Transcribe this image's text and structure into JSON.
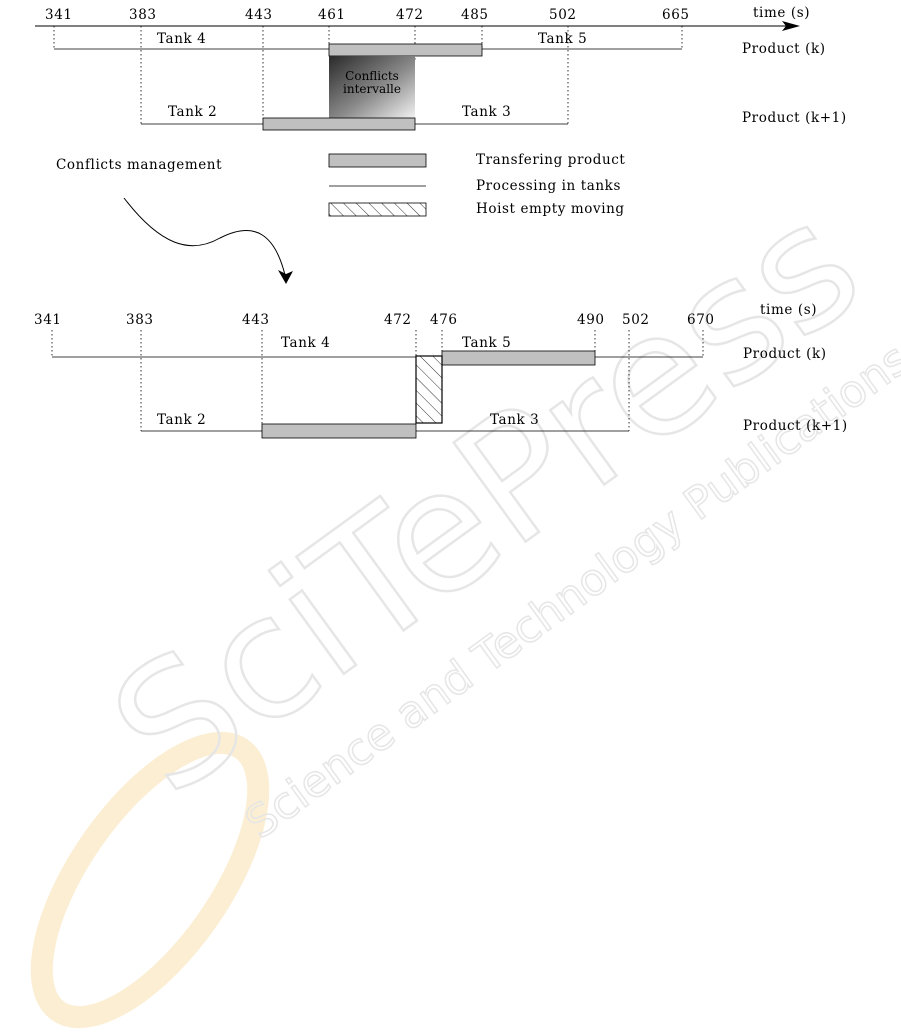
{
  "top": {
    "ticks": [
      "341",
      "383",
      "443",
      "461",
      "472",
      "485",
      "502",
      "665"
    ],
    "time_label": "time (s)",
    "tank4": "Tank 4",
    "tank5": "Tank 5",
    "tank2": "Tank 2",
    "tank3": "Tank 3",
    "product_k": "Product (k)",
    "product_k1": "Product (k+1)",
    "conflict_line1": "Conflicts",
    "conflict_line2": "intervalle"
  },
  "middle": {
    "heading": "Conflicts management",
    "legend_transfer": "Transfering product",
    "legend_processing": "Processing in tanks",
    "legend_hoist": "Hoist empty moving"
  },
  "bottom": {
    "ticks": [
      "341",
      "383",
      "443",
      "472",
      "476",
      "490",
      "502",
      "670"
    ],
    "time_label": "time (s)",
    "tank4": "Tank 4",
    "tank5": "Tank 5",
    "tank2": "Tank 2",
    "tank3": "Tank 3",
    "product_k": "Product (k)",
    "product_k1": "Product (k+1)"
  },
  "watermark": {
    "line1": "SciTePress",
    "line2": "Science and Technology Publications"
  },
  "colors": {
    "bar_fill": "#c0c0c0",
    "line": "#000000",
    "watermark_outline": "#e6e6e6",
    "watermark_logo": "#fbeed2"
  }
}
